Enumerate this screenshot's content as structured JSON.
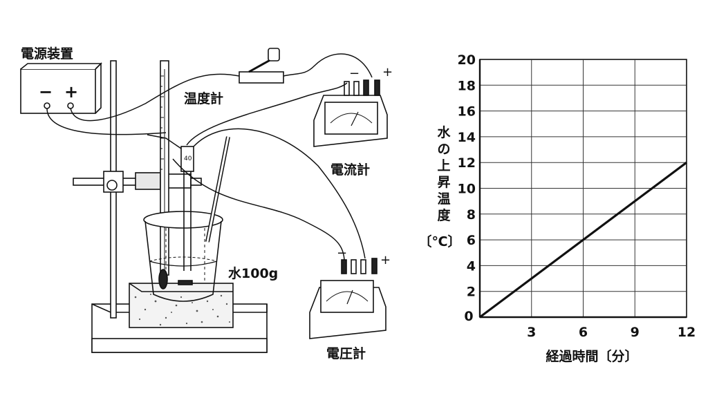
{
  "labels": {
    "power_supply": "電源装置",
    "power_minus": "−",
    "power_plus": "+",
    "thermometer": "温度計",
    "ammeter": "電流計",
    "voltmeter": "電圧計",
    "water": "水100g",
    "ammeter_minus": "−",
    "ammeter_plus": "+",
    "voltmeter_minus": "−",
    "voltmeter_plus": "+",
    "thermo_digits": "40"
  },
  "chart_data": {
    "type": "line",
    "xlabel": "経過時間〔分〕",
    "ylabel_chars": [
      "水",
      "の",
      "上",
      "昇",
      "温",
      "度"
    ],
    "ylabel_unit": "〔℃〕",
    "xlim": [
      0,
      12
    ],
    "ylim": [
      0,
      20
    ],
    "x_ticks": [
      0,
      3,
      6,
      9,
      12
    ],
    "y_ticks": [
      2,
      4,
      6,
      8,
      10,
      12,
      14,
      16,
      18,
      20
    ],
    "origin_label": "0",
    "grid": true,
    "series": [
      {
        "x": [
          0,
          12
        ],
        "y": [
          0,
          12
        ]
      }
    ]
  }
}
